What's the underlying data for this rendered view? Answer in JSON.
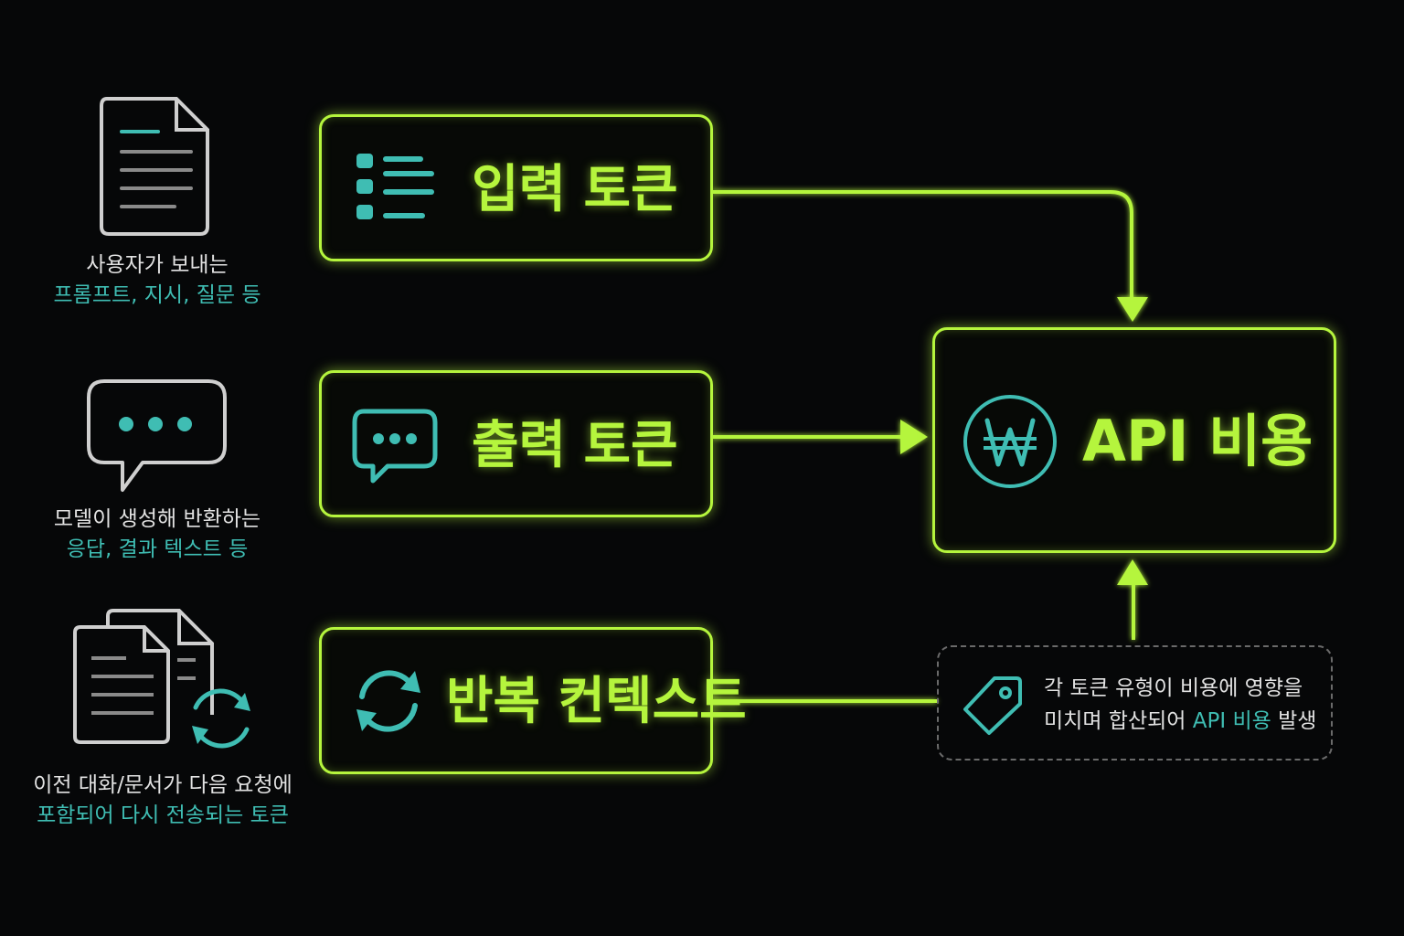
{
  "colors": {
    "accent": "#b5f53d",
    "teal": "#3fbdb3",
    "icon_gray": "#cfcfcf",
    "background": "#060708"
  },
  "nodes": {
    "input": {
      "label": "입력 토큰",
      "icon": "list-icon"
    },
    "output": {
      "label": "출력 토큰",
      "icon": "chat-icon"
    },
    "context": {
      "label": "반복 컨텍스트",
      "icon": "refresh-icon"
    },
    "api": {
      "label": "API 비용",
      "icon": "won-icon"
    }
  },
  "descriptions": {
    "input": {
      "line1": "사용자가 보내는",
      "line2": "프롬프트, 지시, 질문 등",
      "icon": "document-icon"
    },
    "output": {
      "line1": "모델이 생성해 반환하는",
      "line2": "응답, 결과 텍스트 등",
      "icon": "speech-bubble-icon"
    },
    "context": {
      "line1": "이전 대화/문서가 다음 요청에",
      "line2": "포함되어 다시 전송되는 토큰",
      "icon": "documents-refresh-icon"
    }
  },
  "note": {
    "line1": "각 토큰 유형이 비용에 영향을",
    "line2_a": "미치며 합산되어 ",
    "line2_b": "API 비용",
    "line2_c": " 발생",
    "icon": "tag-icon"
  },
  "edges": [
    {
      "from": "input",
      "to": "api"
    },
    {
      "from": "output",
      "to": "api"
    },
    {
      "from": "context",
      "to": "api"
    }
  ]
}
